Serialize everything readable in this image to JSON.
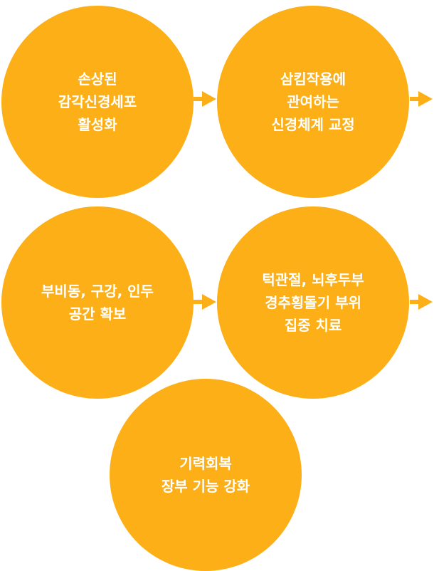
{
  "colors": {
    "circle_fill": "#FCAF17",
    "arrow_fill": "#FCAF17",
    "text": "#FFFFFF"
  },
  "steps": [
    {
      "lines": [
        "손상된",
        "감각신경세포",
        "활성화"
      ]
    },
    {
      "lines": [
        "삼킴작용에",
        "관여하는",
        "신경체계 교정"
      ]
    },
    {
      "lines": [
        "부비동, 구강, 인두",
        "공간 확보"
      ]
    },
    {
      "lines": [
        "턱관절, 뇌후두부",
        "경추횡돌기 부위",
        "집중 치료"
      ]
    },
    {
      "lines": [
        "기력회복",
        "장부 기능 강화"
      ]
    }
  ],
  "arrows": [
    {
      "icon": "arrow-right-icon"
    },
    {
      "icon": "arrow-right-icon"
    },
    {
      "icon": "arrow-right-icon"
    },
    {
      "icon": "arrow-right-icon"
    }
  ]
}
